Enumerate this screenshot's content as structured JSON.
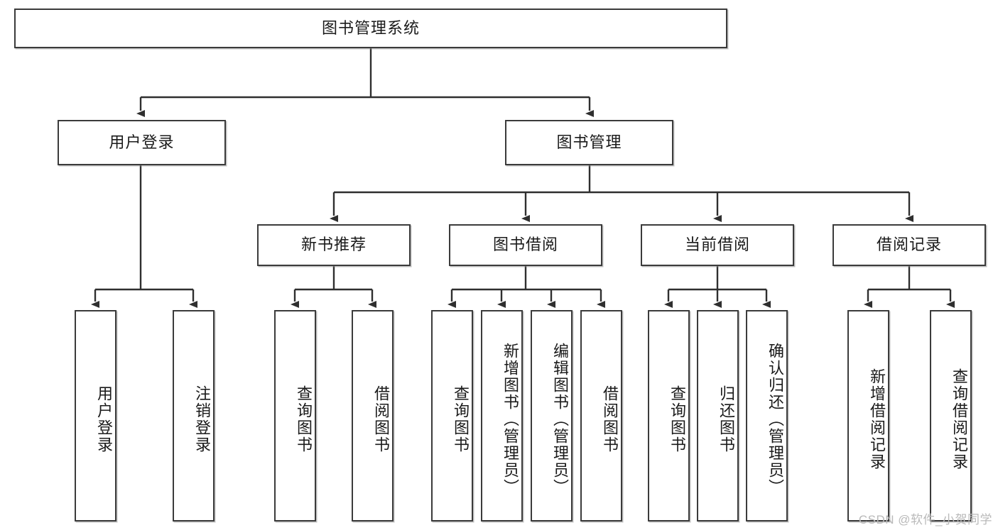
{
  "diagram": {
    "type": "tree-hierarchy",
    "title": "图书管理系统",
    "watermark": "CSDN @软件_小贺同学",
    "colors": {
      "box_border": "#3b3b3b",
      "box_fill": "#ffffff",
      "connector": "#2f2f2f",
      "text": "#1a1a1a",
      "watermark": "#b9b9b9"
    },
    "levels": {
      "root": {
        "label": "图书管理系统"
      },
      "level2": [
        {
          "id": "user-login",
          "label": "用户登录"
        },
        {
          "id": "book-manage",
          "label": "图书管理"
        }
      ],
      "level3": [
        {
          "id": "new-book-recommend",
          "label": "新书推荐",
          "parent": "book-manage"
        },
        {
          "id": "book-borrow",
          "label": "图书借阅",
          "parent": "book-manage"
        },
        {
          "id": "current-borrow",
          "label": "当前借阅",
          "parent": "book-manage"
        },
        {
          "id": "borrow-record",
          "label": "借阅记录",
          "parent": "book-manage"
        }
      ],
      "leaves": [
        {
          "id": "leaf-user-login",
          "label": "用户登录",
          "parent": "user-login"
        },
        {
          "id": "leaf-logout",
          "label": "注销登录",
          "parent": "user-login"
        },
        {
          "id": "leaf-query-book-1",
          "label": "查询图书",
          "parent": "new-book-recommend"
        },
        {
          "id": "leaf-borrow-book-1",
          "label": "借阅图书",
          "parent": "new-book-recommend"
        },
        {
          "id": "leaf-query-book-2",
          "label": "查询图书",
          "parent": "book-borrow"
        },
        {
          "id": "leaf-add-book",
          "label": "新增图书（管理员）",
          "parent": "book-borrow"
        },
        {
          "id": "leaf-edit-book",
          "label": "编辑图书（管理员）",
          "parent": "book-borrow"
        },
        {
          "id": "leaf-borrow-book-2",
          "label": "借阅图书",
          "parent": "book-borrow"
        },
        {
          "id": "leaf-query-book-3",
          "label": "查询图书",
          "parent": "current-borrow"
        },
        {
          "id": "leaf-return-book",
          "label": "归还图书",
          "parent": "current-borrow"
        },
        {
          "id": "leaf-confirm-return",
          "label": "确认归还（管理员）",
          "parent": "current-borrow"
        },
        {
          "id": "leaf-add-record",
          "label": "新增借阅记录",
          "parent": "borrow-record"
        },
        {
          "id": "leaf-query-record",
          "label": "查询借阅记录",
          "parent": "borrow-record"
        }
      ]
    }
  }
}
